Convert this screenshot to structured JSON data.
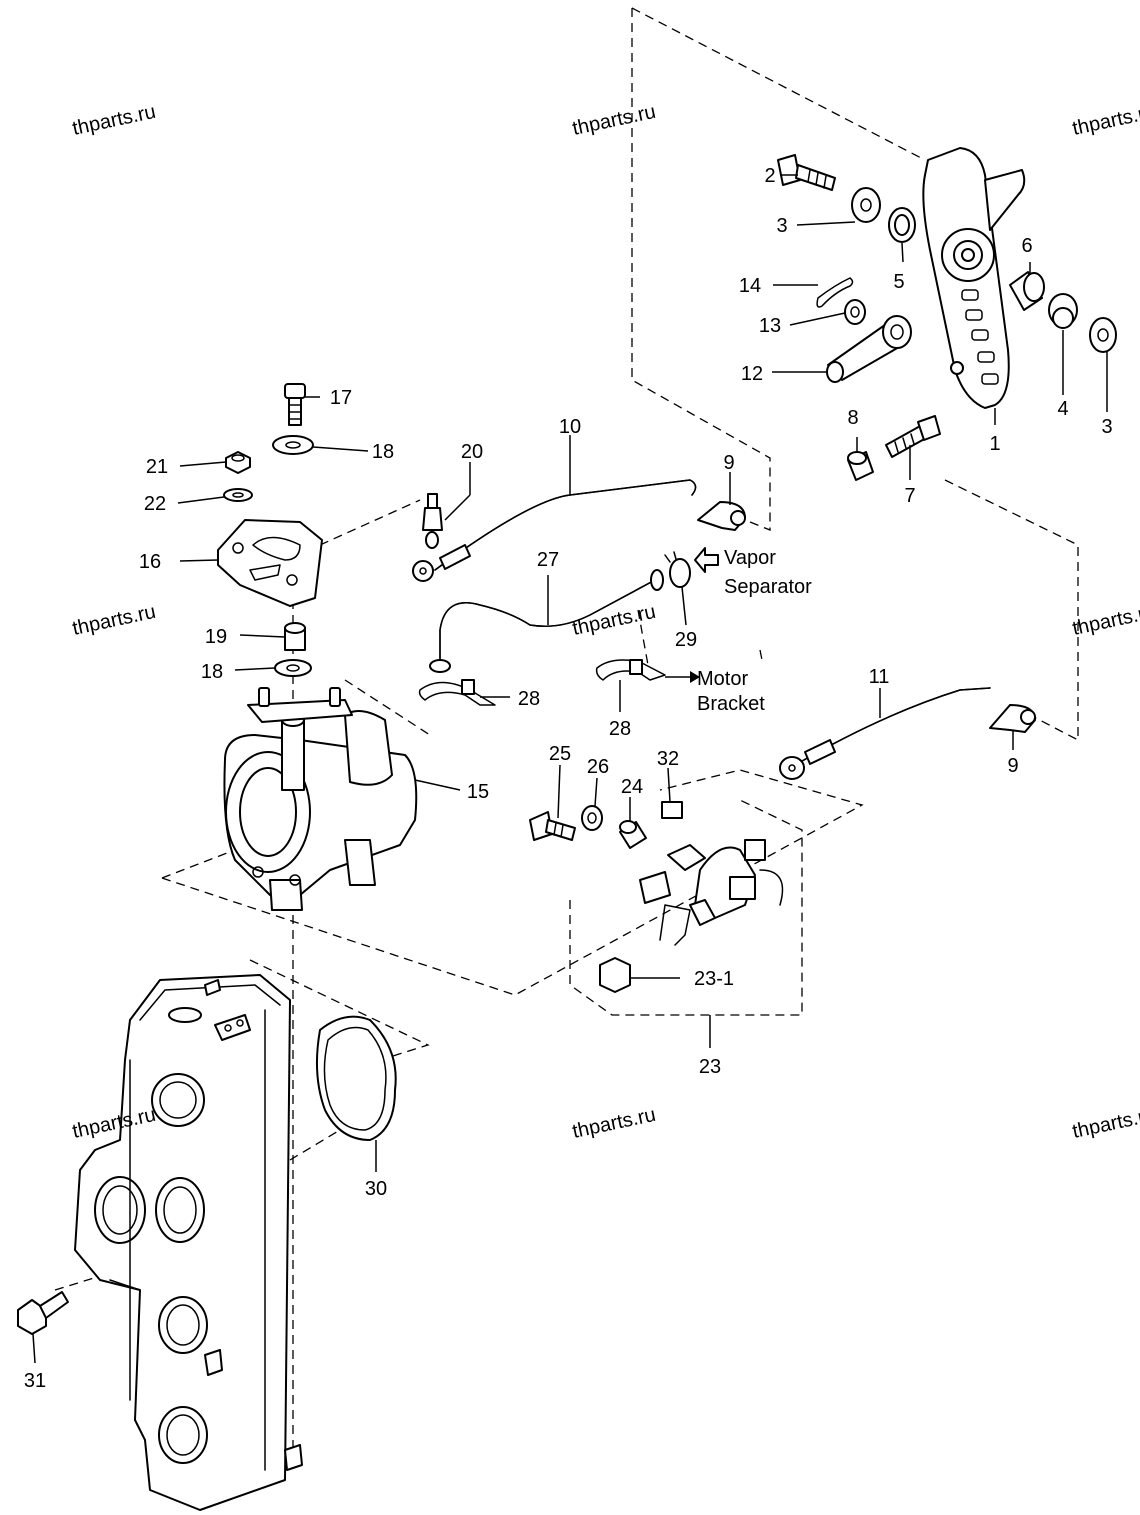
{
  "watermarks": [
    "thparts.ru",
    "thparts.ru",
    "thparts.ru",
    "thparts.ru",
    "thparts.ru",
    "thparts.ru",
    "thparts.ru",
    "thparts.ru",
    "thparts.ru"
  ],
  "callouts": {
    "c1": "1",
    "c2": "2",
    "c3a": "3",
    "c3b": "3",
    "c4": "4",
    "c5": "5",
    "c6": "6",
    "c7": "7",
    "c8": "8",
    "c9a": "9",
    "c9b": "9",
    "c10": "10",
    "c11": "11",
    "c12": "12",
    "c13": "13",
    "c14": "14",
    "c15": "15",
    "c16": "16",
    "c17": "17",
    "c18a": "18",
    "c18b": "18",
    "c19": "19",
    "c20": "20",
    "c21": "21",
    "c22": "22",
    "c23": "23",
    "c23_1": "23-1",
    "c24": "24",
    "c25": "25",
    "c26": "26",
    "c27": "27",
    "c28a": "28",
    "c28b": "28",
    "c29": "29",
    "c30": "30",
    "c31": "31",
    "c32": "32"
  },
  "notes": {
    "vapor_line1": "Vapor",
    "vapor_line2": "Separator",
    "motor_line1": "Motor",
    "motor_line2": "Bracket"
  }
}
